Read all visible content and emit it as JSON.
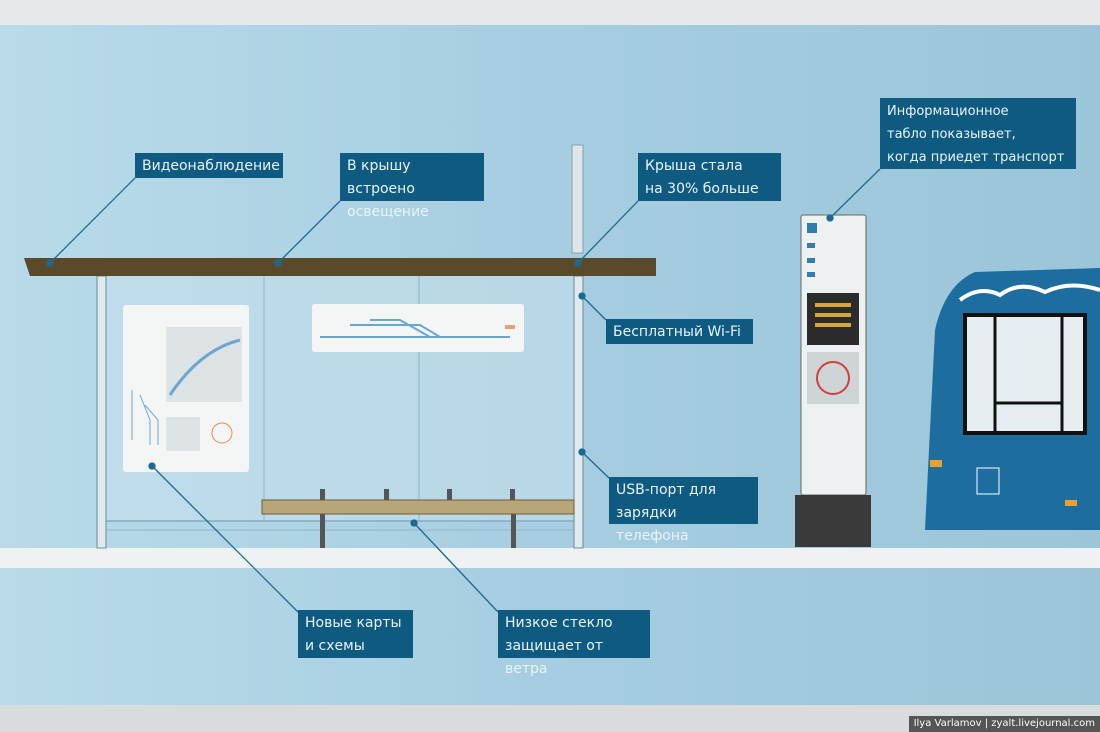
{
  "labels": {
    "cctv": "Видеонаблюдение",
    "lighting": "В крышу встроено\nосвещение",
    "roof": "Крыша стала\nна 30% больше",
    "info_board": "Информационное\nтабло показывает,\nкогда приедет транспорт",
    "wifi": "Бесплатный Wi-Fi",
    "usb": "USB-порт для\nзарядки телефона",
    "maps": "Новые карты\nи схемы",
    "glass": "Низкое стекло\nзащищает от ветра"
  },
  "credit": "Ilya Varlamov | zyalt.livejournal.com",
  "colors": {
    "label_bg": "#0f5a80",
    "roof": "#5b4a2a",
    "bus": "#1d6e9e",
    "background": "#a6cde0"
  }
}
